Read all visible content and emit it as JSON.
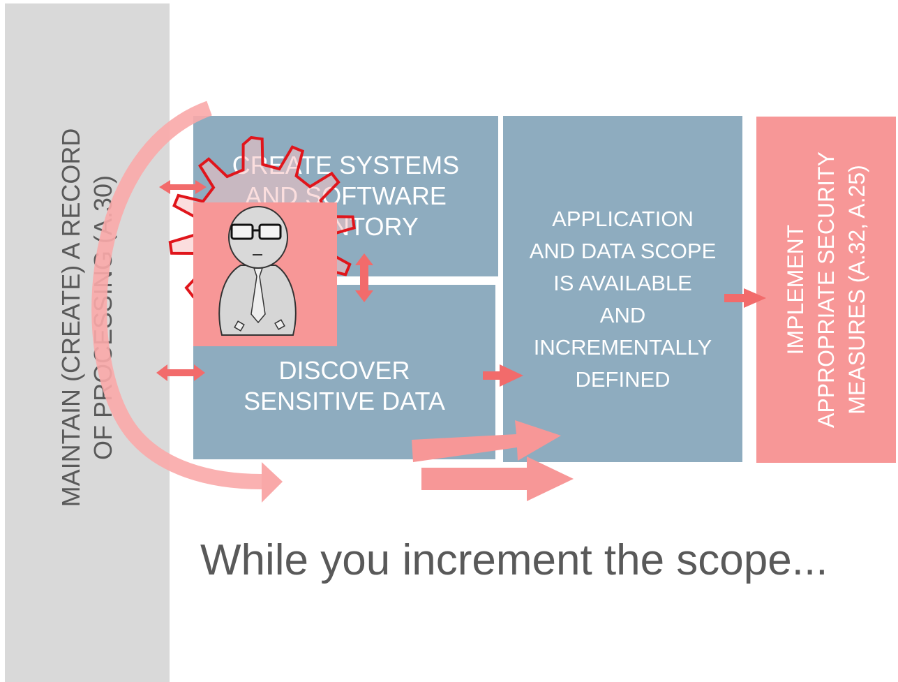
{
  "left_bar": {
    "text": "MAINTAIN (CREATE) A RECORD\nOF PROCESSING (A.30)"
  },
  "boxes": {
    "inventory": "CREATE SYSTEMS\nAND SOFTWARE\nINVENTORY",
    "discover": "DISCOVER\nSENSITIVE DATA",
    "scope": "APPLICATION\nAND DATA SCOPE\nIS AVAILABLE\nAND\nINCREMENTALLY\nDEFINED",
    "security": "IMPLEMENT\nAPPROPRIATE SECURITY\nMEASURES (A.32, A.25)"
  },
  "tagline": "While you increment the scope...",
  "colors": {
    "box_blue": "#8eacbf",
    "accent_pink": "#f79797",
    "arrow_red": "#f26b6b",
    "gear_outline": "#e0151b",
    "gray_bar": "#d9d9d9",
    "text_gray": "#595959"
  },
  "icons": {
    "gear": "gear-icon",
    "person": "nerd-person-icon"
  }
}
